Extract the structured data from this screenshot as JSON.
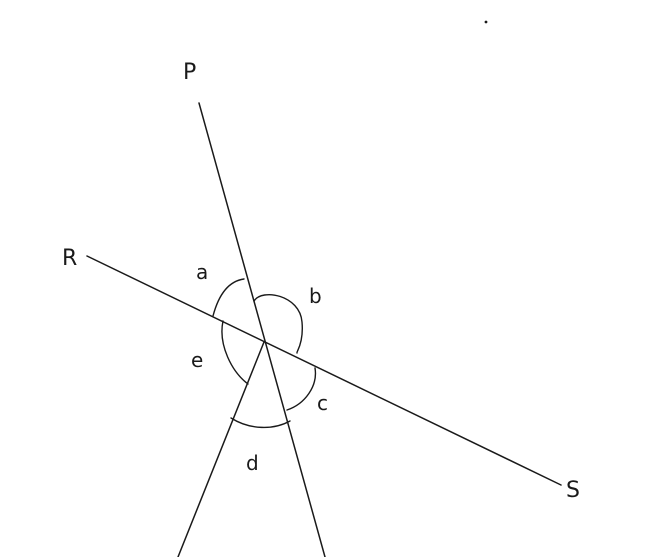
{
  "points": {
    "P": "P",
    "R": "R",
    "S": "S"
  },
  "angles": {
    "a": "a",
    "b": "b",
    "c": "c",
    "d": "d",
    "e": "e"
  }
}
